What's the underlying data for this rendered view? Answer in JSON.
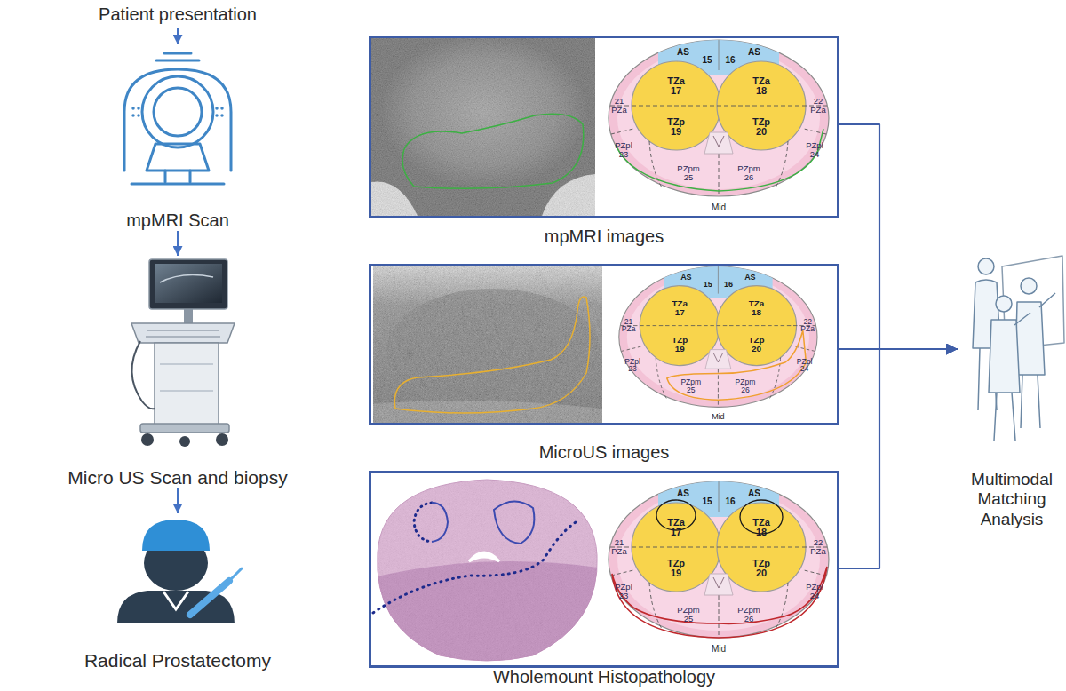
{
  "diagram": {
    "nodes": [
      {
        "text": [
          "Patient presentation"
        ]
      },
      {
        "text": [
          "mpMRI Scan"
        ]
      },
      {
        "text": [
          "Micro US Scan and biopsy"
        ]
      },
      {
        "text": [
          "Radical Prostatectomy"
        ]
      },
      {
        "text": [
          "mpMRI images"
        ]
      },
      {
        "text": [
          "MicroUS images"
        ]
      },
      {
        "text": [
          "Wholemount Histopathology"
        ]
      },
      {
        "text": [
          "Multimodal Matching Analysis"
        ]
      }
    ],
    "edges": [
      {
        "from": 0,
        "to": 1,
        "arrow": "to"
      },
      {
        "from": 1,
        "to": 2,
        "arrow": "to"
      },
      {
        "from": 2,
        "to": 3,
        "arrow": "to"
      },
      {
        "from": 4,
        "to": 7,
        "arrow": "to"
      },
      {
        "from": 5,
        "to": 7,
        "arrow": "to"
      },
      {
        "from": 6,
        "to": 7,
        "arrow": "to"
      }
    ],
    "labels": [
      "AS",
      "15",
      "16",
      "AS",
      "TZa 17",
      "TZa 18",
      "TZp 19",
      "TZp 20",
      "21 PZa",
      "22 PZa",
      "PZpl 23",
      "PZpl 24",
      "PZpm 25",
      "PZpm 26",
      "Mid",
      "AS",
      "15",
      "16",
      "AS",
      "TZa 17",
      "TZa 18",
      "TZp 19",
      "TZp 20",
      "21 PZa",
      "22 PZa",
      "PZpl 23",
      "PZpl 24",
      "PZpm 25",
      "PZpm 26",
      "Mid",
      "AS",
      "15",
      "16",
      "AS",
      "TZa 17",
      "TZa 18",
      "TZp 19",
      "TZp 20",
      "21 PZa",
      "22 PZa",
      "PZpl 23",
      "PZpl 24",
      "PZpm 25",
      "PZpm 26",
      "Mid"
    ]
  }
}
